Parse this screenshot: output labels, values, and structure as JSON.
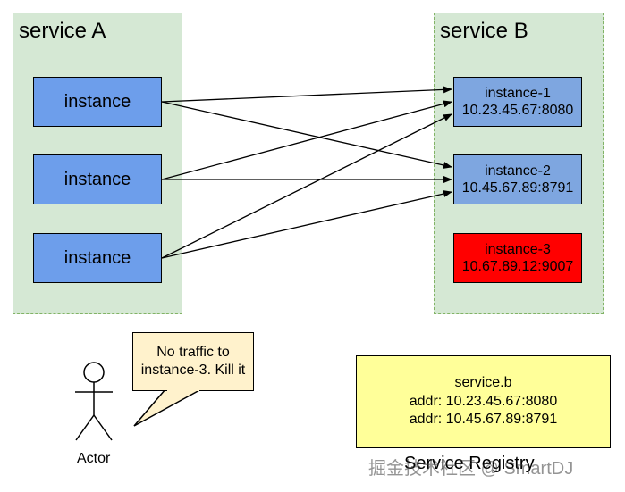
{
  "service_a": {
    "title": "service A",
    "instances": [
      "instance",
      "instance",
      "instance"
    ]
  },
  "service_b": {
    "title": "service B",
    "instances": [
      {
        "name": "instance-1",
        "addr": "10.23.45.67:8080",
        "status": "healthy"
      },
      {
        "name": "instance-2",
        "addr": "10.45.67.89:8791",
        "status": "healthy"
      },
      {
        "name": "instance-3",
        "addr": "10.67.89.12:9007",
        "status": "dead"
      }
    ]
  },
  "actor": {
    "label": "Actor",
    "callout": [
      "No traffic to",
      "instance-3. Kill it"
    ]
  },
  "registry": {
    "service": "service.b",
    "addrs": [
      "addr: 10.23.45.67:8080",
      "addr: 10.45.67.89:8791"
    ],
    "title": "Service Registry"
  },
  "watermark": "掘金技术社区 @ SmartDJ",
  "colors": {
    "group_fill": "#d5e8d4",
    "instance_fill": "#6d9eeb",
    "dead_fill": "#ff0000",
    "note_fill": "#fff2cc",
    "registry_fill": "#ffff99"
  }
}
